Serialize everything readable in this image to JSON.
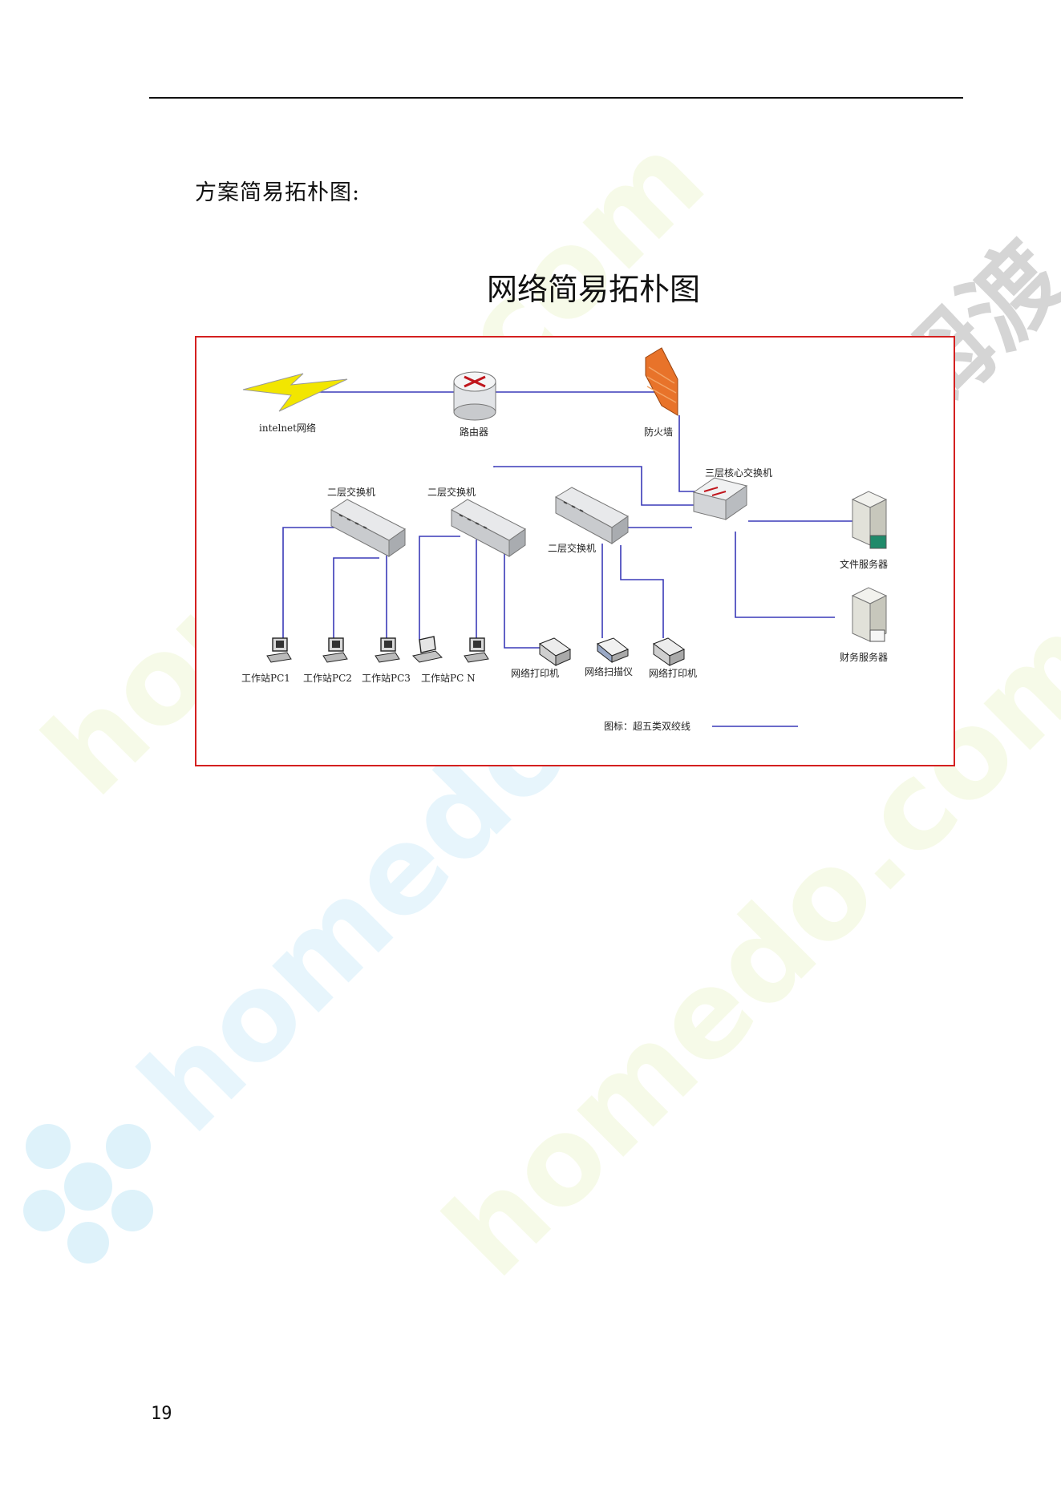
{
  "page": {
    "heading": "方案简易拓朴图:",
    "page_number": "19"
  },
  "figure": {
    "title": "网络简易拓朴图",
    "nodes": {
      "internet": "intelnet网络",
      "router": "路由器",
      "firewall": "防火墙",
      "core_switch": "三层核心交换机",
      "switch_a": "二层交换机",
      "switch_b": "二层交换机",
      "switch_c": "二层交换机",
      "file_server": "文件服务器",
      "finance_server": "财务服务器",
      "pc1": "工作站PC1",
      "pc2": "工作站PC2",
      "pc3": "工作站PC3",
      "pcn": "工作站PC N",
      "printer1": "网络打印机",
      "scanner": "网络扫描仪",
      "printer2": "网络打印机"
    },
    "legend": {
      "label": "图标：超五类双绞线"
    },
    "colors": {
      "frame": "#d42020",
      "link": "#3a3ab8",
      "firewall": "#e8732a",
      "lightning": "#f2e600"
    }
  },
  "watermark": {
    "latin": "homedo.com",
    "chinese": "河姆渡"
  }
}
